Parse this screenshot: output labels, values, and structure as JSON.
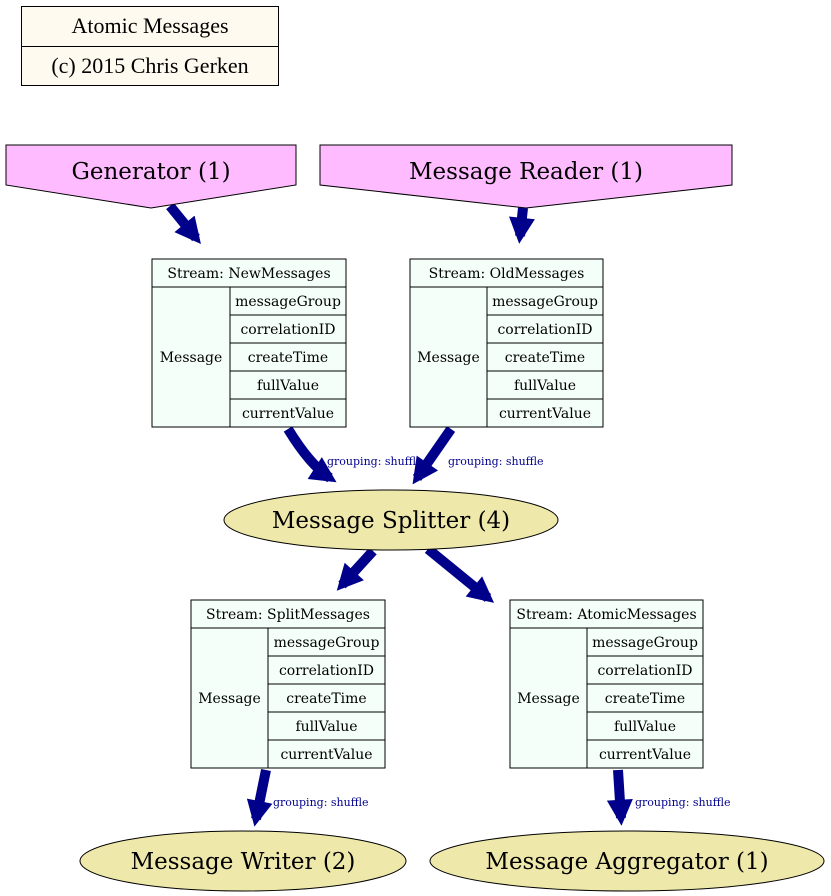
{
  "title_box": {
    "title": "Atomic Messages",
    "copyright": "(c) 2015 Chris Gerken"
  },
  "colors": {
    "spout_fill": "#ffbbff",
    "bolt_fill": "#eee8aa",
    "stream_fill": "#f5fffa",
    "title_fill": "#fffaf0",
    "edge": "#00008b",
    "edge_label": "#00008b"
  },
  "spouts": {
    "generator": "Generator (1)",
    "reader": "Message Reader (1)"
  },
  "bolts": {
    "splitter": "Message Splitter (4)",
    "writer": "Message Writer (2)",
    "aggregator": "Message Aggregator (1)"
  },
  "streams": {
    "new_messages": {
      "header": "Stream: NewMessages",
      "type": "Message",
      "fields": [
        "messageGroup",
        "correlationID",
        "createTime",
        "fullValue",
        "currentValue"
      ]
    },
    "old_messages": {
      "header": "Stream: OldMessages",
      "type": "Message",
      "fields": [
        "messageGroup",
        "correlationID",
        "createTime",
        "fullValue",
        "currentValue"
      ]
    },
    "split_messages": {
      "header": "Stream: SplitMessages",
      "type": "Message",
      "fields": [
        "messageGroup",
        "correlationID",
        "createTime",
        "fullValue",
        "currentValue"
      ]
    },
    "atomic_messages": {
      "header": "Stream: AtomicMessages",
      "type": "Message",
      "fields": [
        "messageGroup",
        "correlationID",
        "createTime",
        "fullValue",
        "currentValue"
      ]
    }
  },
  "edge_labels": {
    "new_to_splitter": "grouping: shuffle",
    "old_to_splitter": "grouping: shuffle",
    "split_to_writer": "grouping: shuffle",
    "atomic_to_aggregator": "grouping: shuffle"
  }
}
